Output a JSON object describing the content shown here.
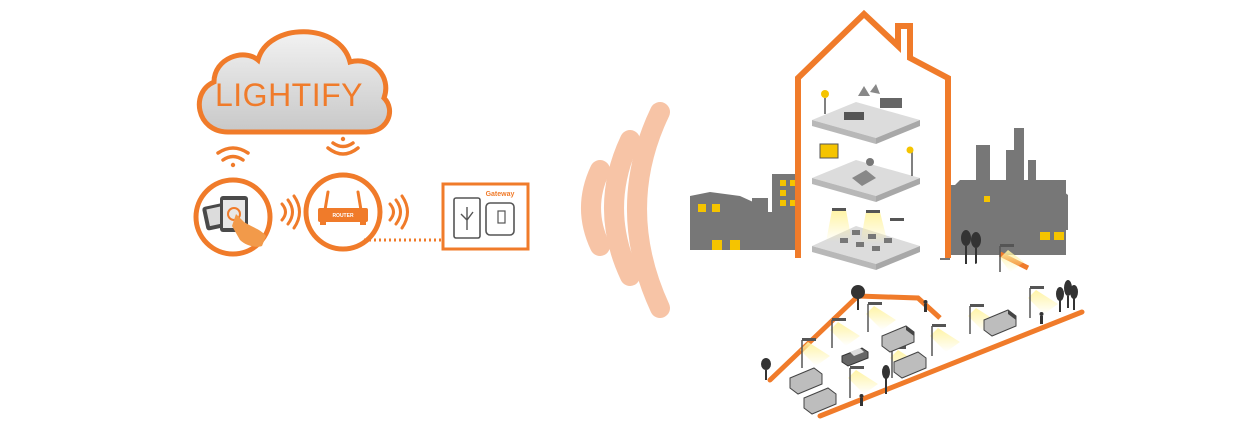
{
  "cloud": {
    "label": "LIGHTIFY"
  },
  "router": {
    "label": "ROUTER"
  },
  "gateway": {
    "label": "Gateway"
  },
  "colors": {
    "accent": "#f07b2a",
    "signal": "#f7c4a6",
    "cloud_fill": "#d9d9d9",
    "building": "#8a8a8a",
    "floor": "#dcdcdc",
    "light": "#f5c400"
  }
}
